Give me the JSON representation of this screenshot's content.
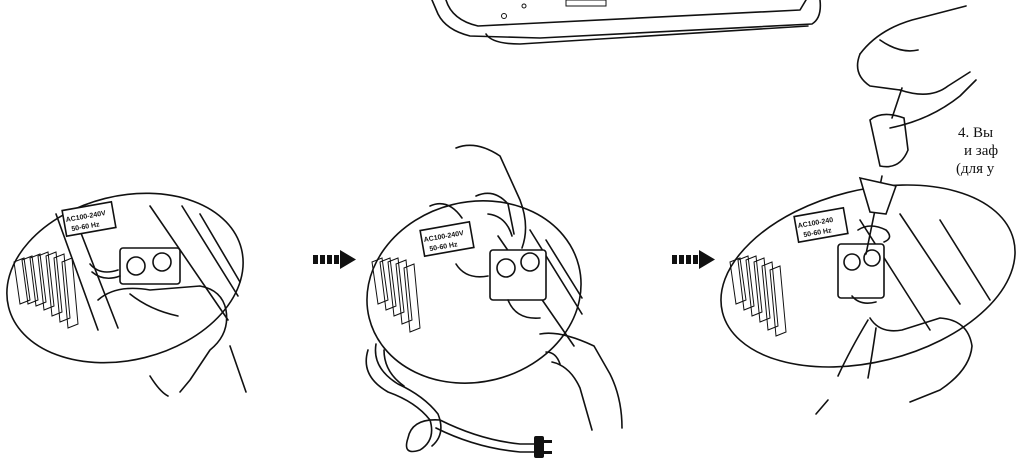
{
  "caption": {
    "line1": "4. Вы",
    "line2": "и заф",
    "line3": "(для у"
  },
  "terminal_label": {
    "voltage": "AC100-240V",
    "frequency": "50-60 Hz",
    "voltage_cut": "AC100-240",
    "frequency_cut": "50-60 Hz"
  },
  "colors": {
    "line": "#111111",
    "background": "#ffffff"
  },
  "icons": [
    "arrow-right-icon",
    "screwdriver-icon",
    "power-plug-icon",
    "hand-icon"
  ]
}
